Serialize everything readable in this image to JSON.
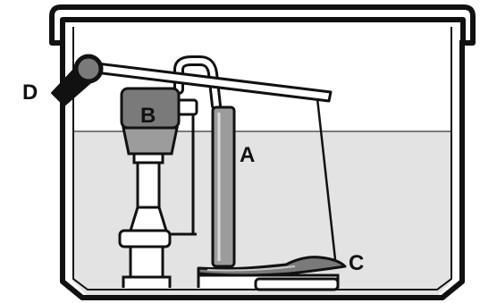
{
  "labels": {
    "a": "A",
    "b": "B",
    "c": "C",
    "d": "D"
  },
  "colors": {
    "outline": "#111111",
    "water": "#e3e3e3",
    "part_gray": "#7a7a7a",
    "part_mid": "#9c9c9c",
    "part_light": "#c8c8c8",
    "background": "#ffffff"
  }
}
